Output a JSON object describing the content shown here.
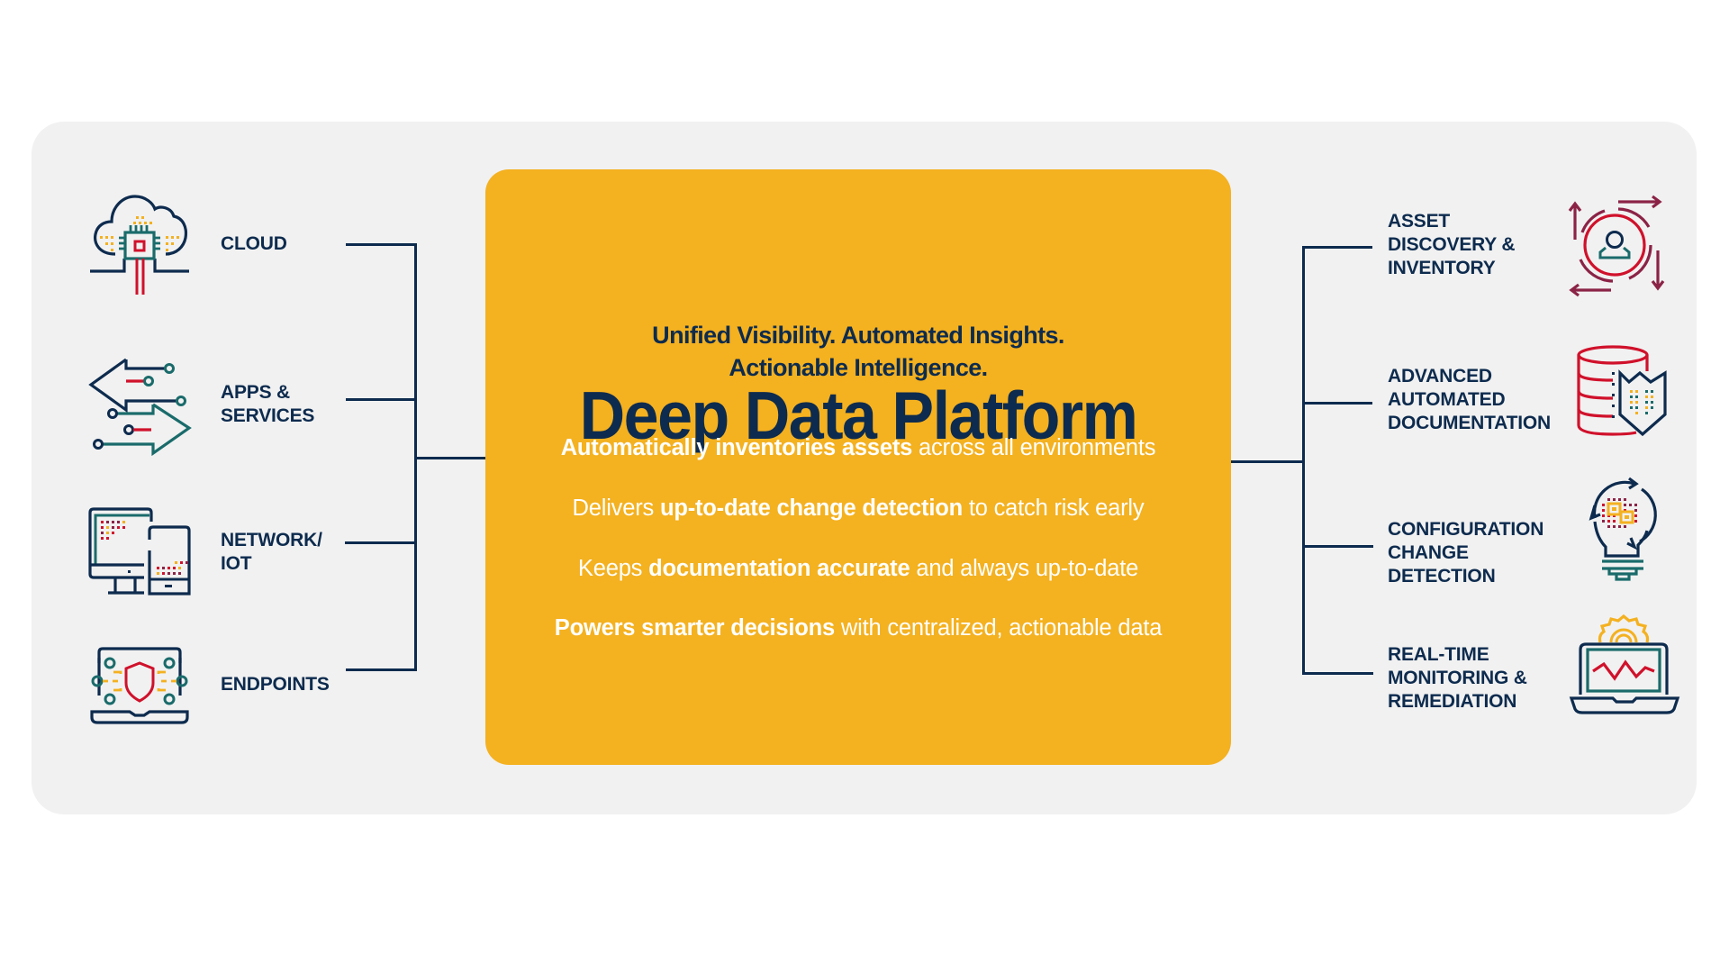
{
  "diagram": {
    "title": "Deep Data Platform",
    "subtitle_lines": [
      "Unified Visibility. Automated Insights.",
      "Actionable Intelligence."
    ],
    "capabilities": [
      {
        "bold": "Automatically inventories assets",
        "rest": " across all environments",
        "lead": ""
      },
      {
        "lead": "Delivers ",
        "bold": "up-to-date change detection",
        "rest": " to catch risk early"
      },
      {
        "lead": "Keeps ",
        "bold": "documentation accurate",
        "rest": " and always up-to-date"
      },
      {
        "lead": "",
        "bold": "Powers smarter decisions",
        "rest": " with centralized, actionable data"
      }
    ],
    "sources": [
      {
        "icon": "cloud-chip-icon",
        "lines": [
          "CLOUD"
        ]
      },
      {
        "icon": "bidirectional-arrows-icon",
        "lines": [
          "APPS &",
          "SERVICES"
        ]
      },
      {
        "icon": "desktop-mobile-icon",
        "lines": [
          "NETWORK/",
          "IOT"
        ]
      },
      {
        "icon": "laptop-shield-icon",
        "lines": [
          "ENDPOINTS"
        ]
      }
    ],
    "outcomes": [
      {
        "icon": "user-cycle-icon",
        "lines": [
          "ASSET",
          "DISCOVERY &",
          "INVENTORY"
        ]
      },
      {
        "icon": "database-shield-icon",
        "lines": [
          "ADVANCED",
          "AUTOMATED",
          "DOCUMENTATION"
        ]
      },
      {
        "icon": "lightbulb-refresh-icon",
        "lines": [
          "CONFIGURATION",
          "CHANGE",
          "DETECTION"
        ]
      },
      {
        "icon": "laptop-monitoring-icon",
        "lines": [
          "REAL-TIME",
          "MONITORING &",
          "REMEDIATION"
        ]
      }
    ]
  },
  "colors": {
    "navy": "#0d2b4e",
    "yellow": "#f4b120",
    "panel_gray": "#f1f1f1",
    "red": "#d0112b",
    "teal": "#1a6b6b",
    "maroon": "#8b2346",
    "white": "#ffffff"
  }
}
